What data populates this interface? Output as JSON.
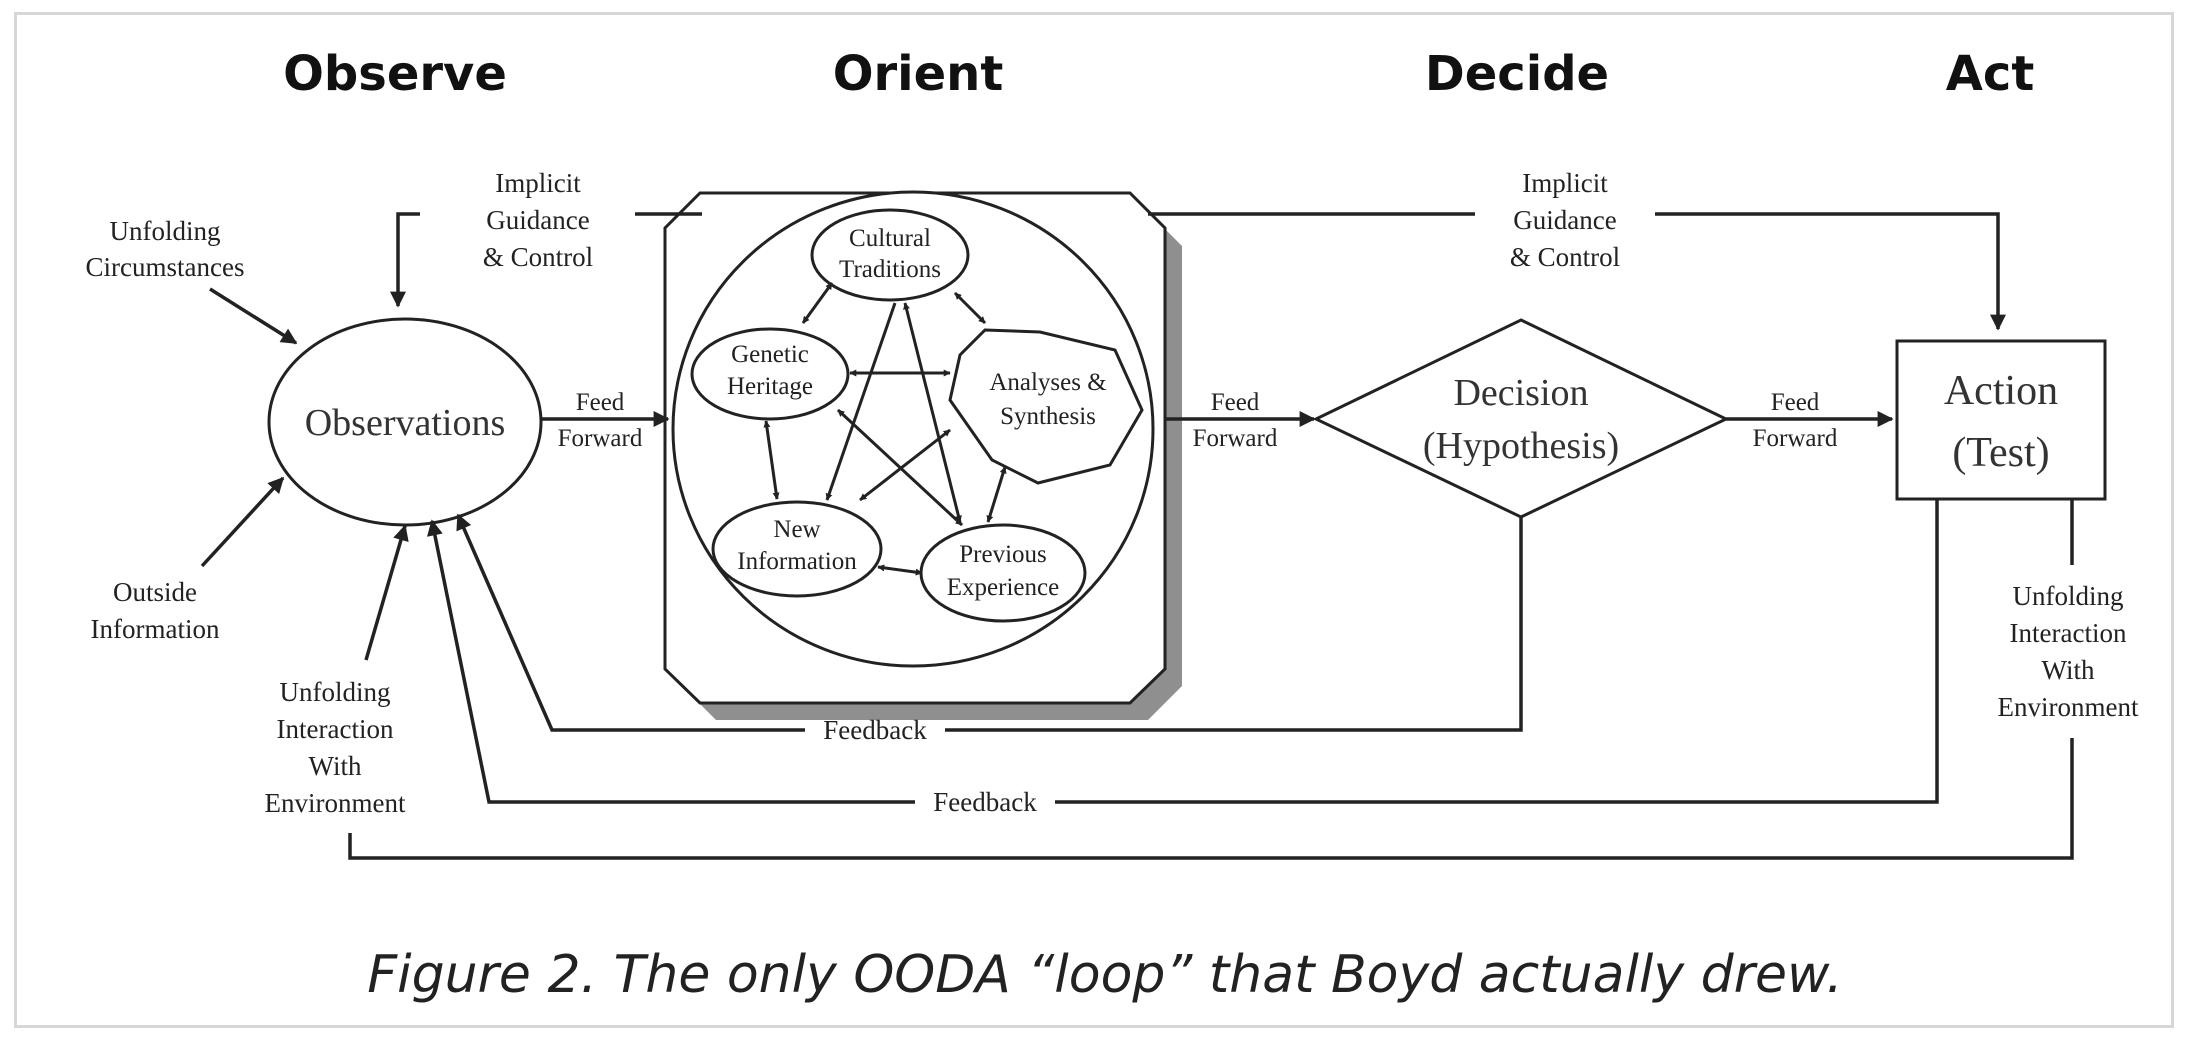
{
  "phases": {
    "observe": "Observe",
    "orient": "Orient",
    "decide": "Decide",
    "act": "Act"
  },
  "observe": {
    "node": "Observations",
    "inputs": {
      "unfolding_circumstances": [
        "Unfolding",
        "Circumstances"
      ],
      "outside_information": [
        "Outside",
        "Information"
      ],
      "unfolding_interaction": [
        "Unfolding",
        "Interaction",
        "With",
        "Environment"
      ]
    },
    "implicit_guidance": [
      "Implicit",
      "Guidance",
      "& Control"
    ]
  },
  "orient": {
    "cultural_traditions": [
      "Cultural",
      "Traditions"
    ],
    "genetic_heritage": [
      "Genetic",
      "Heritage"
    ],
    "analyses_synthesis": [
      "Analyses &",
      "Synthesis"
    ],
    "new_information": [
      "New",
      "Information"
    ],
    "previous_experience": [
      "Previous",
      "Experience"
    ]
  },
  "feed_forward": [
    "Feed",
    "Forward"
  ],
  "decide": {
    "node": [
      "Decision",
      "(Hypothesis)"
    ],
    "implicit_guidance": [
      "Implicit",
      "Guidance",
      "& Control"
    ]
  },
  "act": {
    "node": [
      "Action",
      "(Test)"
    ],
    "unfolding_interaction": [
      "Unfolding",
      "Interaction",
      "With",
      "Environment"
    ]
  },
  "feedback_label": "Feedback",
  "caption": "Figure 2.  The only OODA “loop” that Boyd actually drew."
}
